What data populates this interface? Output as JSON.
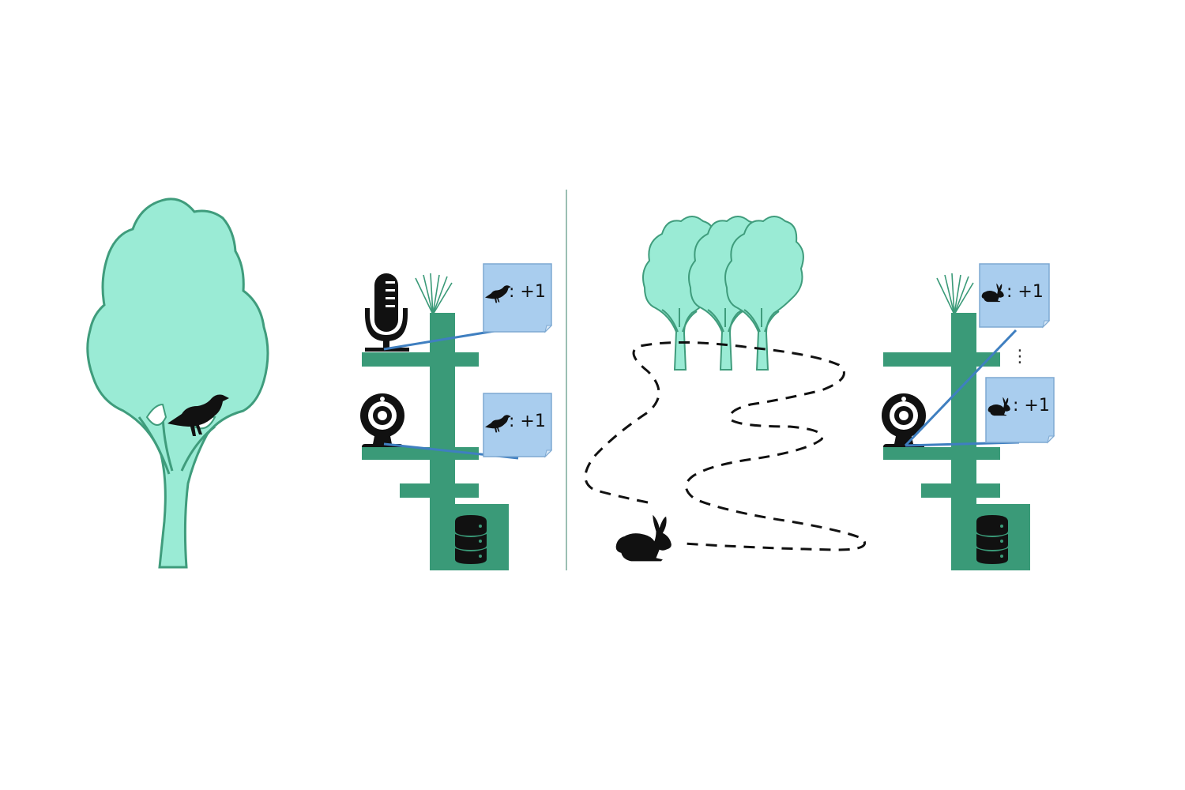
{
  "colors": {
    "tree_fill": "#9aebd5",
    "tree_stroke": "#3f9c7c",
    "pole": "#3a9a78",
    "note_fill": "#a9cdee",
    "note_stroke": "#7ea9d2",
    "link_line": "#3f7fc0",
    "icon": "#111111",
    "divider": "#9bbfb3",
    "path": "#111111"
  },
  "left_panel": {
    "scene_icons": [
      "tree-icon",
      "bird-icon"
    ],
    "station_icons": [
      "antenna-icon",
      "microphone-icon",
      "webcam-icon",
      "database-icon"
    ],
    "notes": [
      {
        "icon": "bird-icon",
        "text": ": +1"
      },
      {
        "icon": "bird-icon",
        "text": ": +1"
      }
    ]
  },
  "right_panel": {
    "scene_icons": [
      "tree-group-icon",
      "dashed-path-icon",
      "rabbit-icon"
    ],
    "station_icons": [
      "antenna-icon",
      "webcam-icon",
      "database-icon"
    ],
    "notes": [
      {
        "icon": "rabbit-icon",
        "text": ": +1"
      },
      {
        "icon": "rabbit-icon",
        "text": ": +1"
      }
    ],
    "ellipsis": "⋮"
  }
}
